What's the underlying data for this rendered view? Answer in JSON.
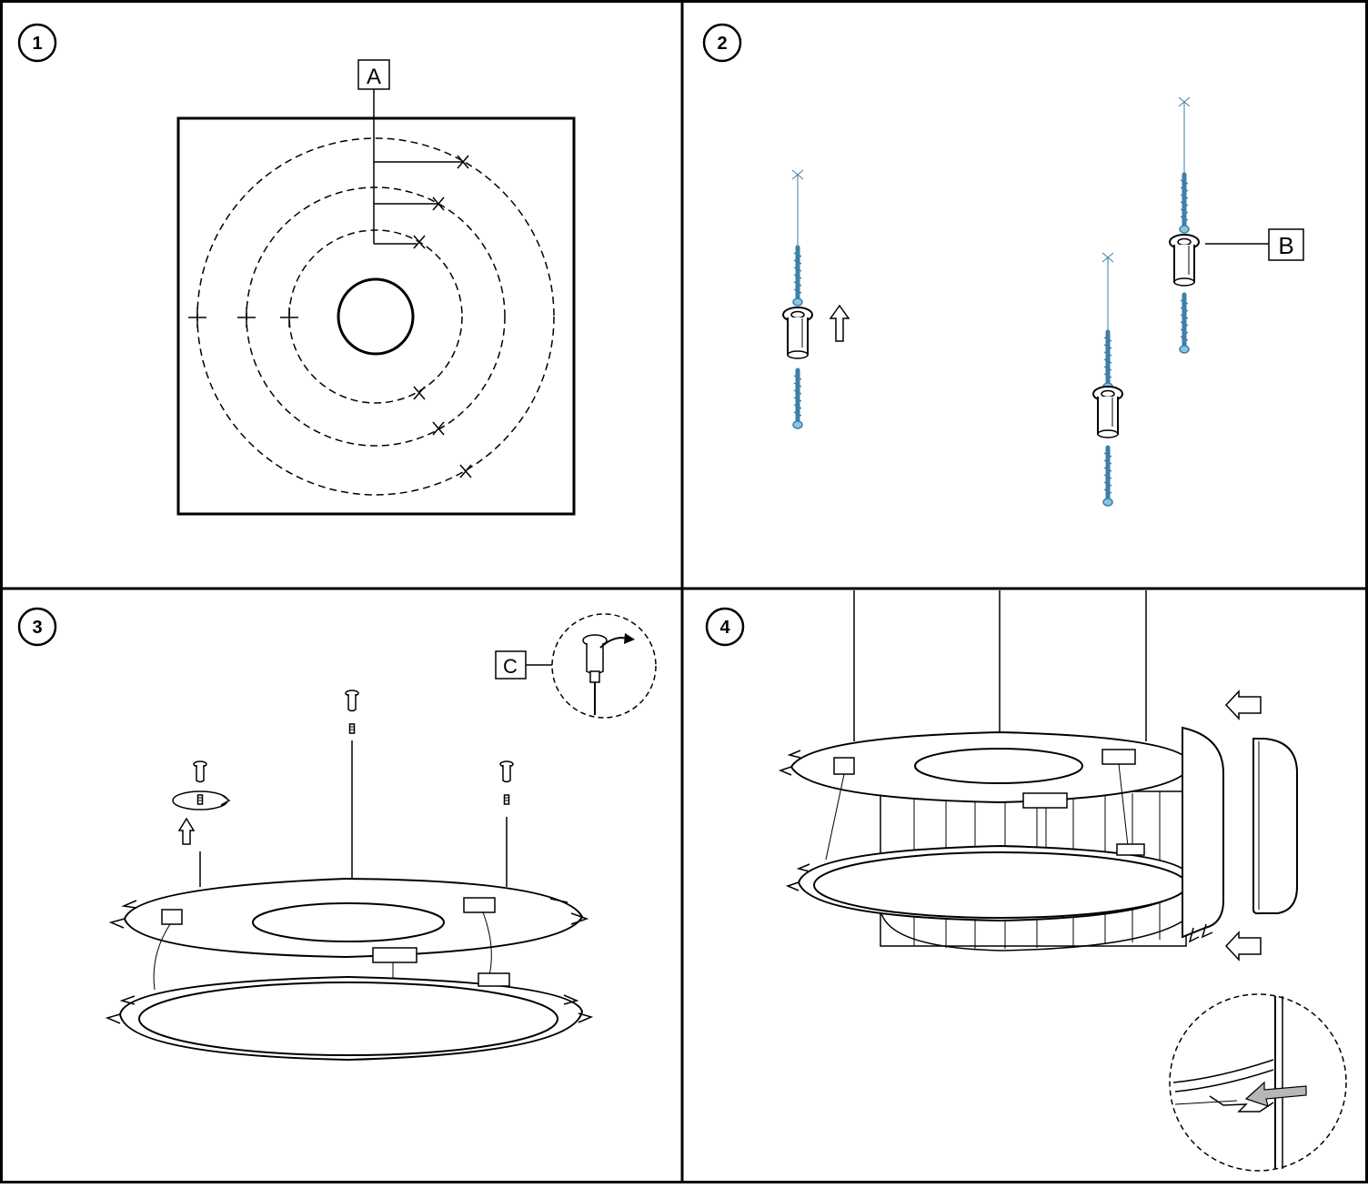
{
  "panels": [
    {
      "step": "1",
      "callout": "A"
    },
    {
      "step": "2",
      "callout": "B"
    },
    {
      "step": "3",
      "callout": "C"
    },
    {
      "step": "4",
      "callout": ""
    }
  ],
  "colors": {
    "line": "#000000",
    "screw_stroke": "#3d7fa6",
    "screw_fill": "#8cc4e4",
    "detail_arrow": "#b7b7b7"
  }
}
